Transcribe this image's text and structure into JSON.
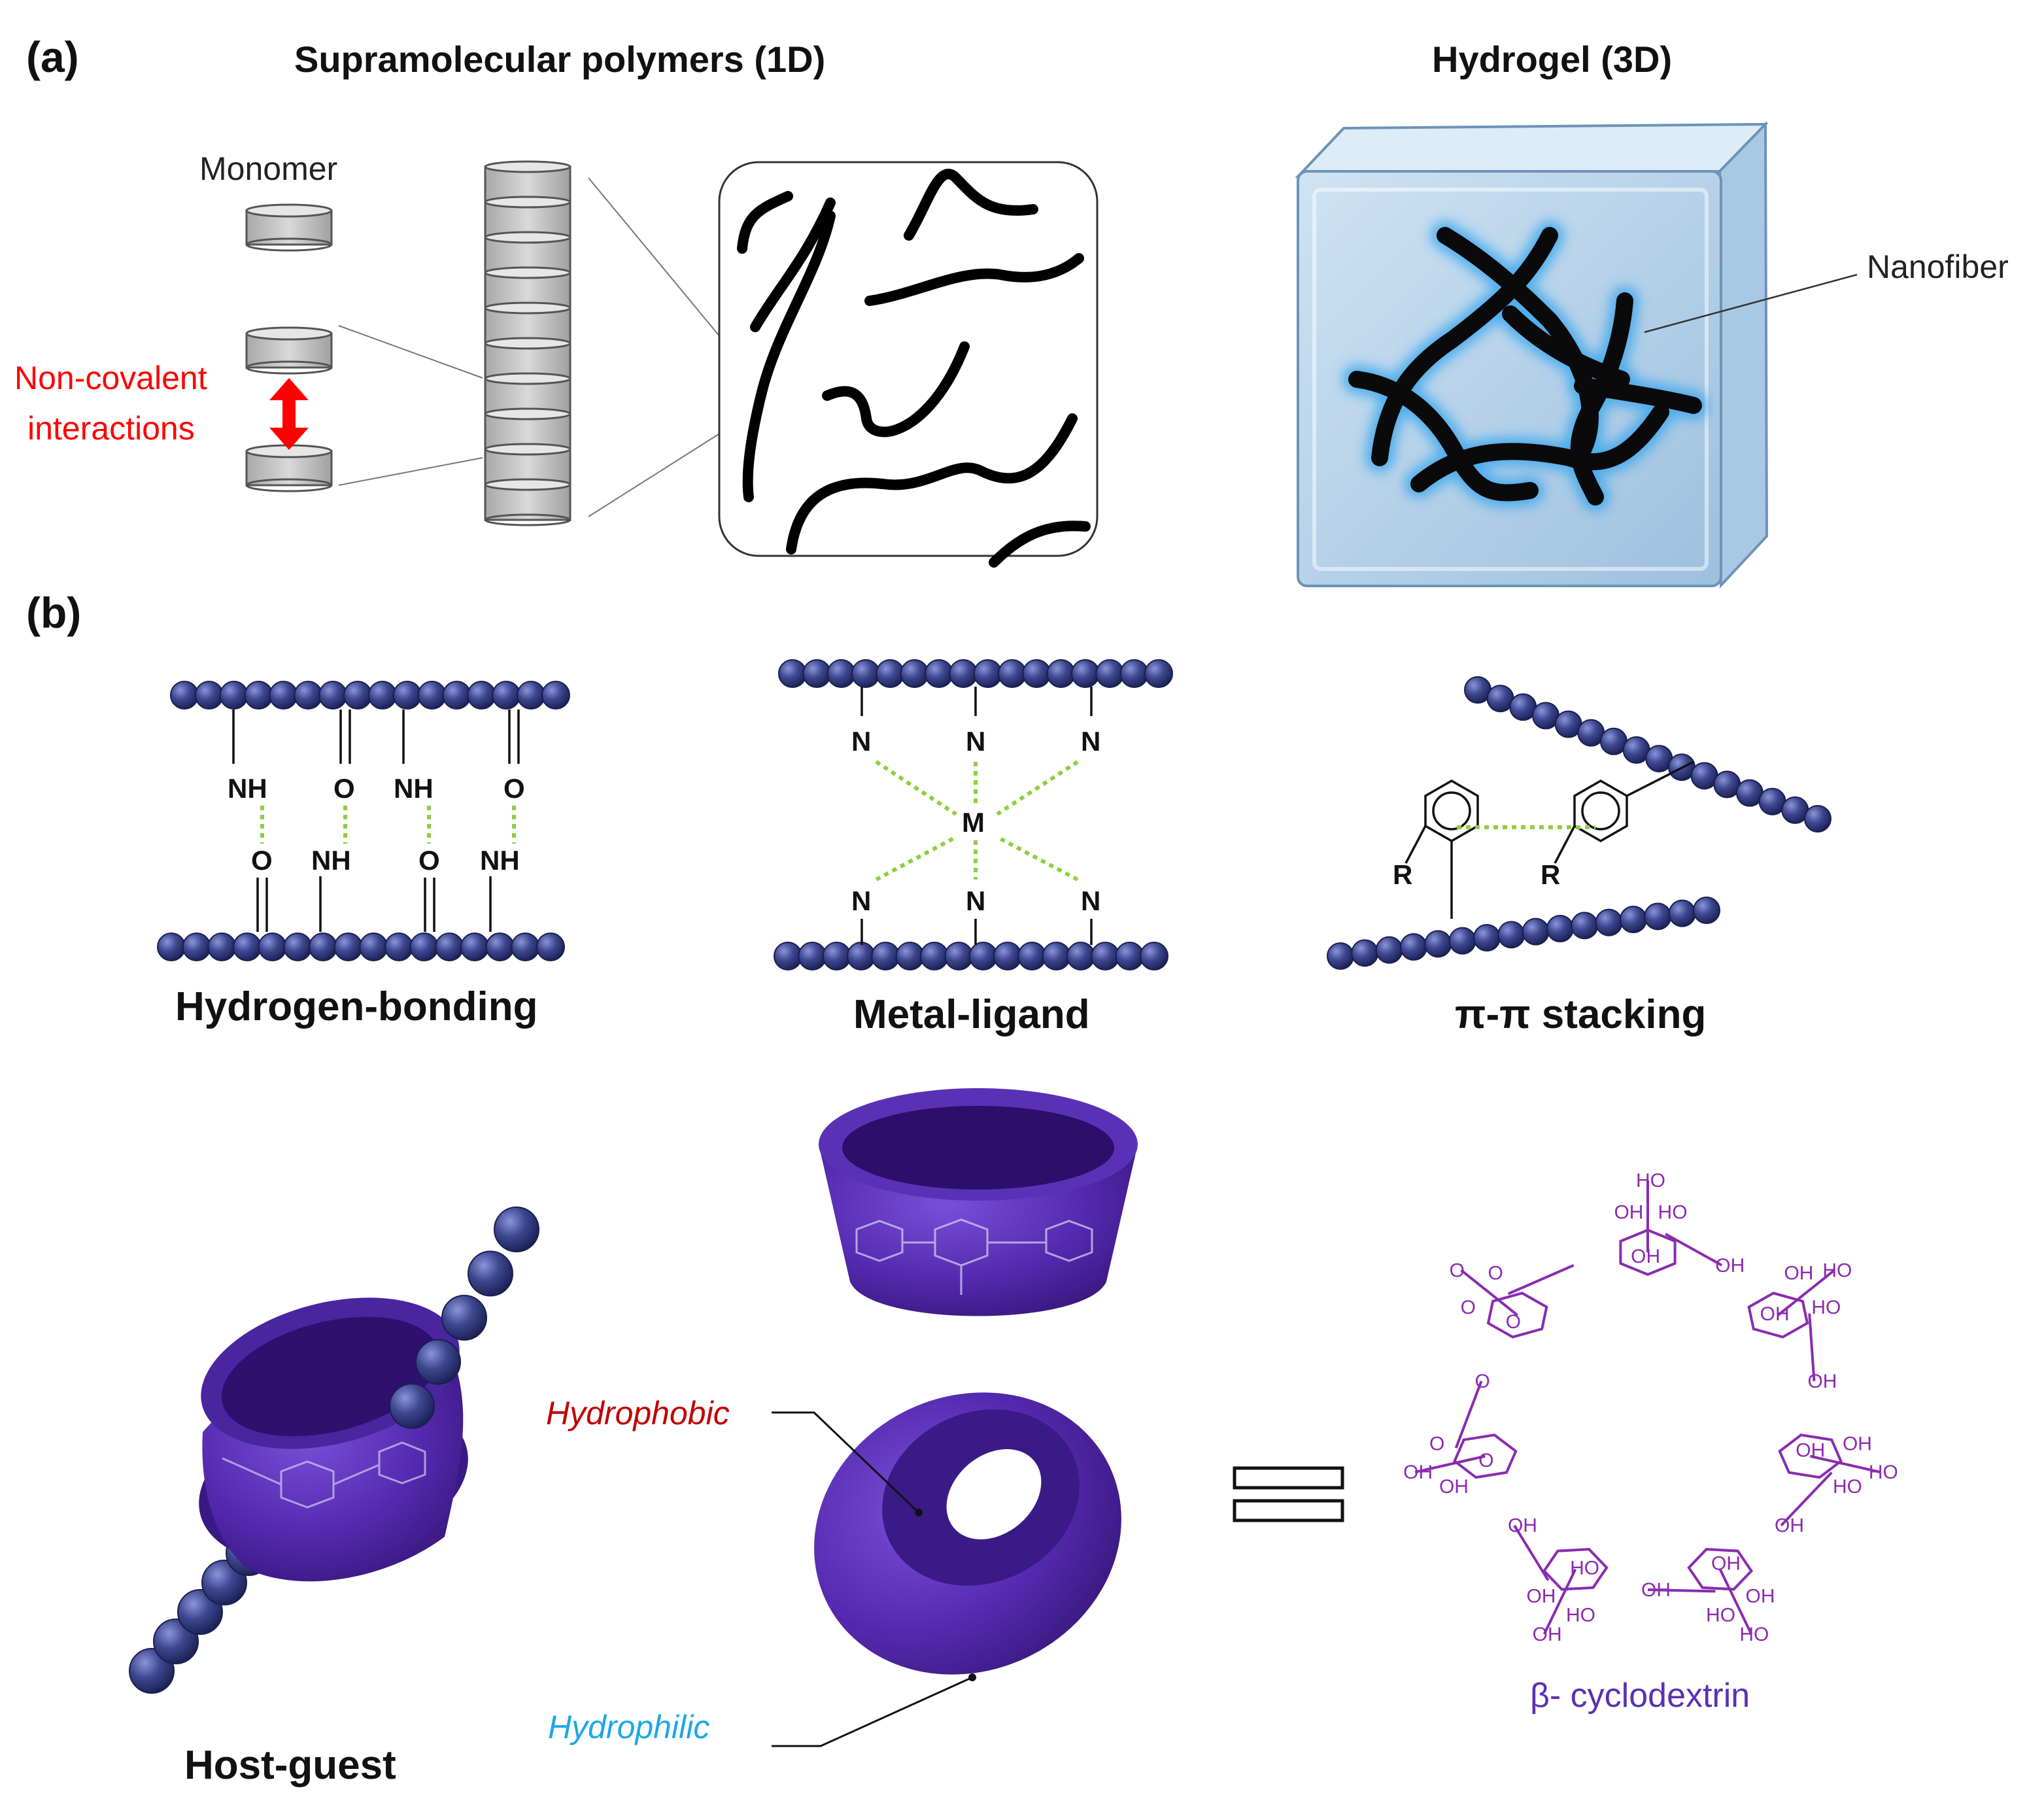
{
  "panel_a": {
    "label": "(a)",
    "title_left": "Supramolecular polymers (1D)",
    "title_right": "Hydrogel (3D)",
    "monomer_label": "Monomer",
    "noncovalent_line1": "Non-covalent",
    "noncovalent_line2": "interactions",
    "nanofiber_label": "Nanofiber"
  },
  "panel_b": {
    "label": "(b)",
    "hbond": {
      "caption": "Hydrogen-bonding",
      "top_groups": [
        "NH",
        "O",
        "NH",
        "O"
      ],
      "bottom_groups": [
        "O",
        "NH",
        "O",
        "NH"
      ]
    },
    "metal": {
      "caption": "Metal-ligand",
      "top_n": [
        "N",
        "N",
        "N"
      ],
      "center": "M",
      "bottom_n": [
        "N",
        "N",
        "N"
      ]
    },
    "pi": {
      "caption": "π-π stacking",
      "r_left": "R",
      "r_right": "R"
    },
    "hostguest": {
      "caption": "Host-guest",
      "hydrophobic": "Hydrophobic",
      "hydrophilic": "Hydrophilic",
      "cd_caption": "β- cyclodextrin",
      "ring_labels": [
        "HO",
        "OH",
        "HO",
        "OH",
        "OH",
        "HO",
        "OH",
        "HO",
        "OH",
        "OH",
        "HO",
        "OH",
        "HO",
        "OH",
        "OH",
        "HO",
        "OH",
        "HO",
        "OH",
        "OH",
        "OH",
        "HO",
        "OH",
        "HO",
        "OH",
        "OH",
        "OH",
        "O",
        "O",
        "O",
        "O",
        "O",
        "O",
        "O"
      ]
    }
  },
  "colors": {
    "bead": "#3b4589",
    "bond_dotted": "#8ccf3f",
    "cd_purple": "#5b2fb5",
    "red_text": "#ff0000",
    "hydrophobic_text": "#c00000",
    "hydrophilic_text": "#1ca8e8",
    "cd_structure": "#8a2bb0"
  }
}
